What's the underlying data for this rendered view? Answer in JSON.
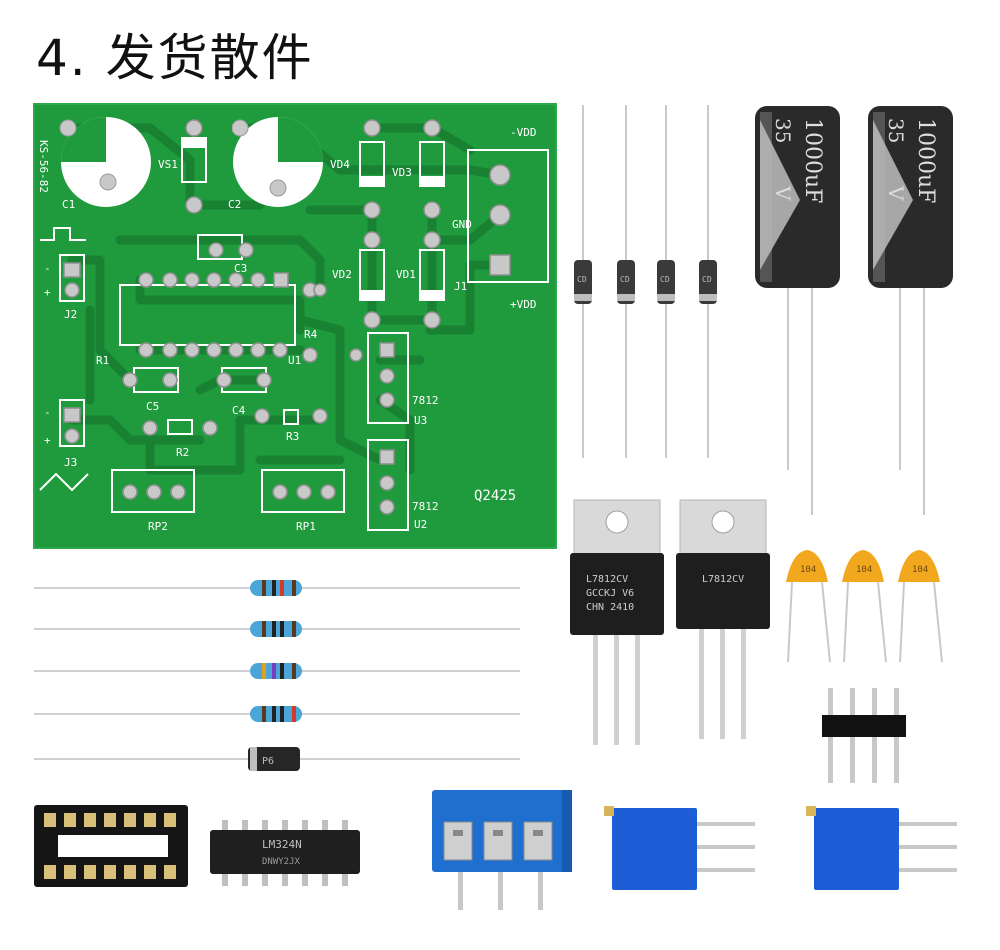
{
  "title": "4. 发货散件",
  "colors": {
    "pcb_green": "#1f9a3c",
    "copper_trace": "#1a8433",
    "silkscreen": "#ffffff",
    "pad": "#c8c8c8",
    "capacitor_body": "#2a2a2a",
    "terminal_blue": "#1f6fd1",
    "trimpot_blue": "#1d5ed6",
    "ceramic_cap": "#f2a81e"
  },
  "pcb": {
    "name": "KS-56-82",
    "code": "Q2425",
    "labels": {
      "c1": "C1",
      "c2": "C2",
      "c3": "C3",
      "c4": "C4",
      "c5": "C5",
      "vs1": "VS1",
      "vd1": "VD1",
      "vd2": "VD2",
      "vd3": "VD3",
      "vd4": "VD4",
      "j1": "J1",
      "j2": "J2",
      "j3": "J3",
      "r1": "R1",
      "r2": "R2",
      "r3": "R3",
      "r4": "R4",
      "u1": "U1",
      "u2": "U2",
      "u3": "U3",
      "rp1": "RP1",
      "rp2": "RP2",
      "reg_a": "7812",
      "reg_b": "7812",
      "gnd": "GND",
      "neg_vdd": "-VDD",
      "pos_vdd": "+VDD",
      "minus": "-",
      "plus": "+"
    }
  },
  "electrolytic": {
    "capacity": "1000uF",
    "voltage": "35",
    "unit": "V"
  },
  "diode_marking": "CD",
  "regulators": {
    "left": {
      "line1": "L7812CV",
      "line2": "GCCKJ V6",
      "line3": "CHN 2410"
    },
    "right": {
      "line1": "L7812CV",
      "line2": "",
      "line3": ""
    }
  },
  "ceramic_marking": "104",
  "zener_marking": "P6",
  "ic": {
    "marking": "LM324N",
    "subtext": "DNWY2JX"
  }
}
